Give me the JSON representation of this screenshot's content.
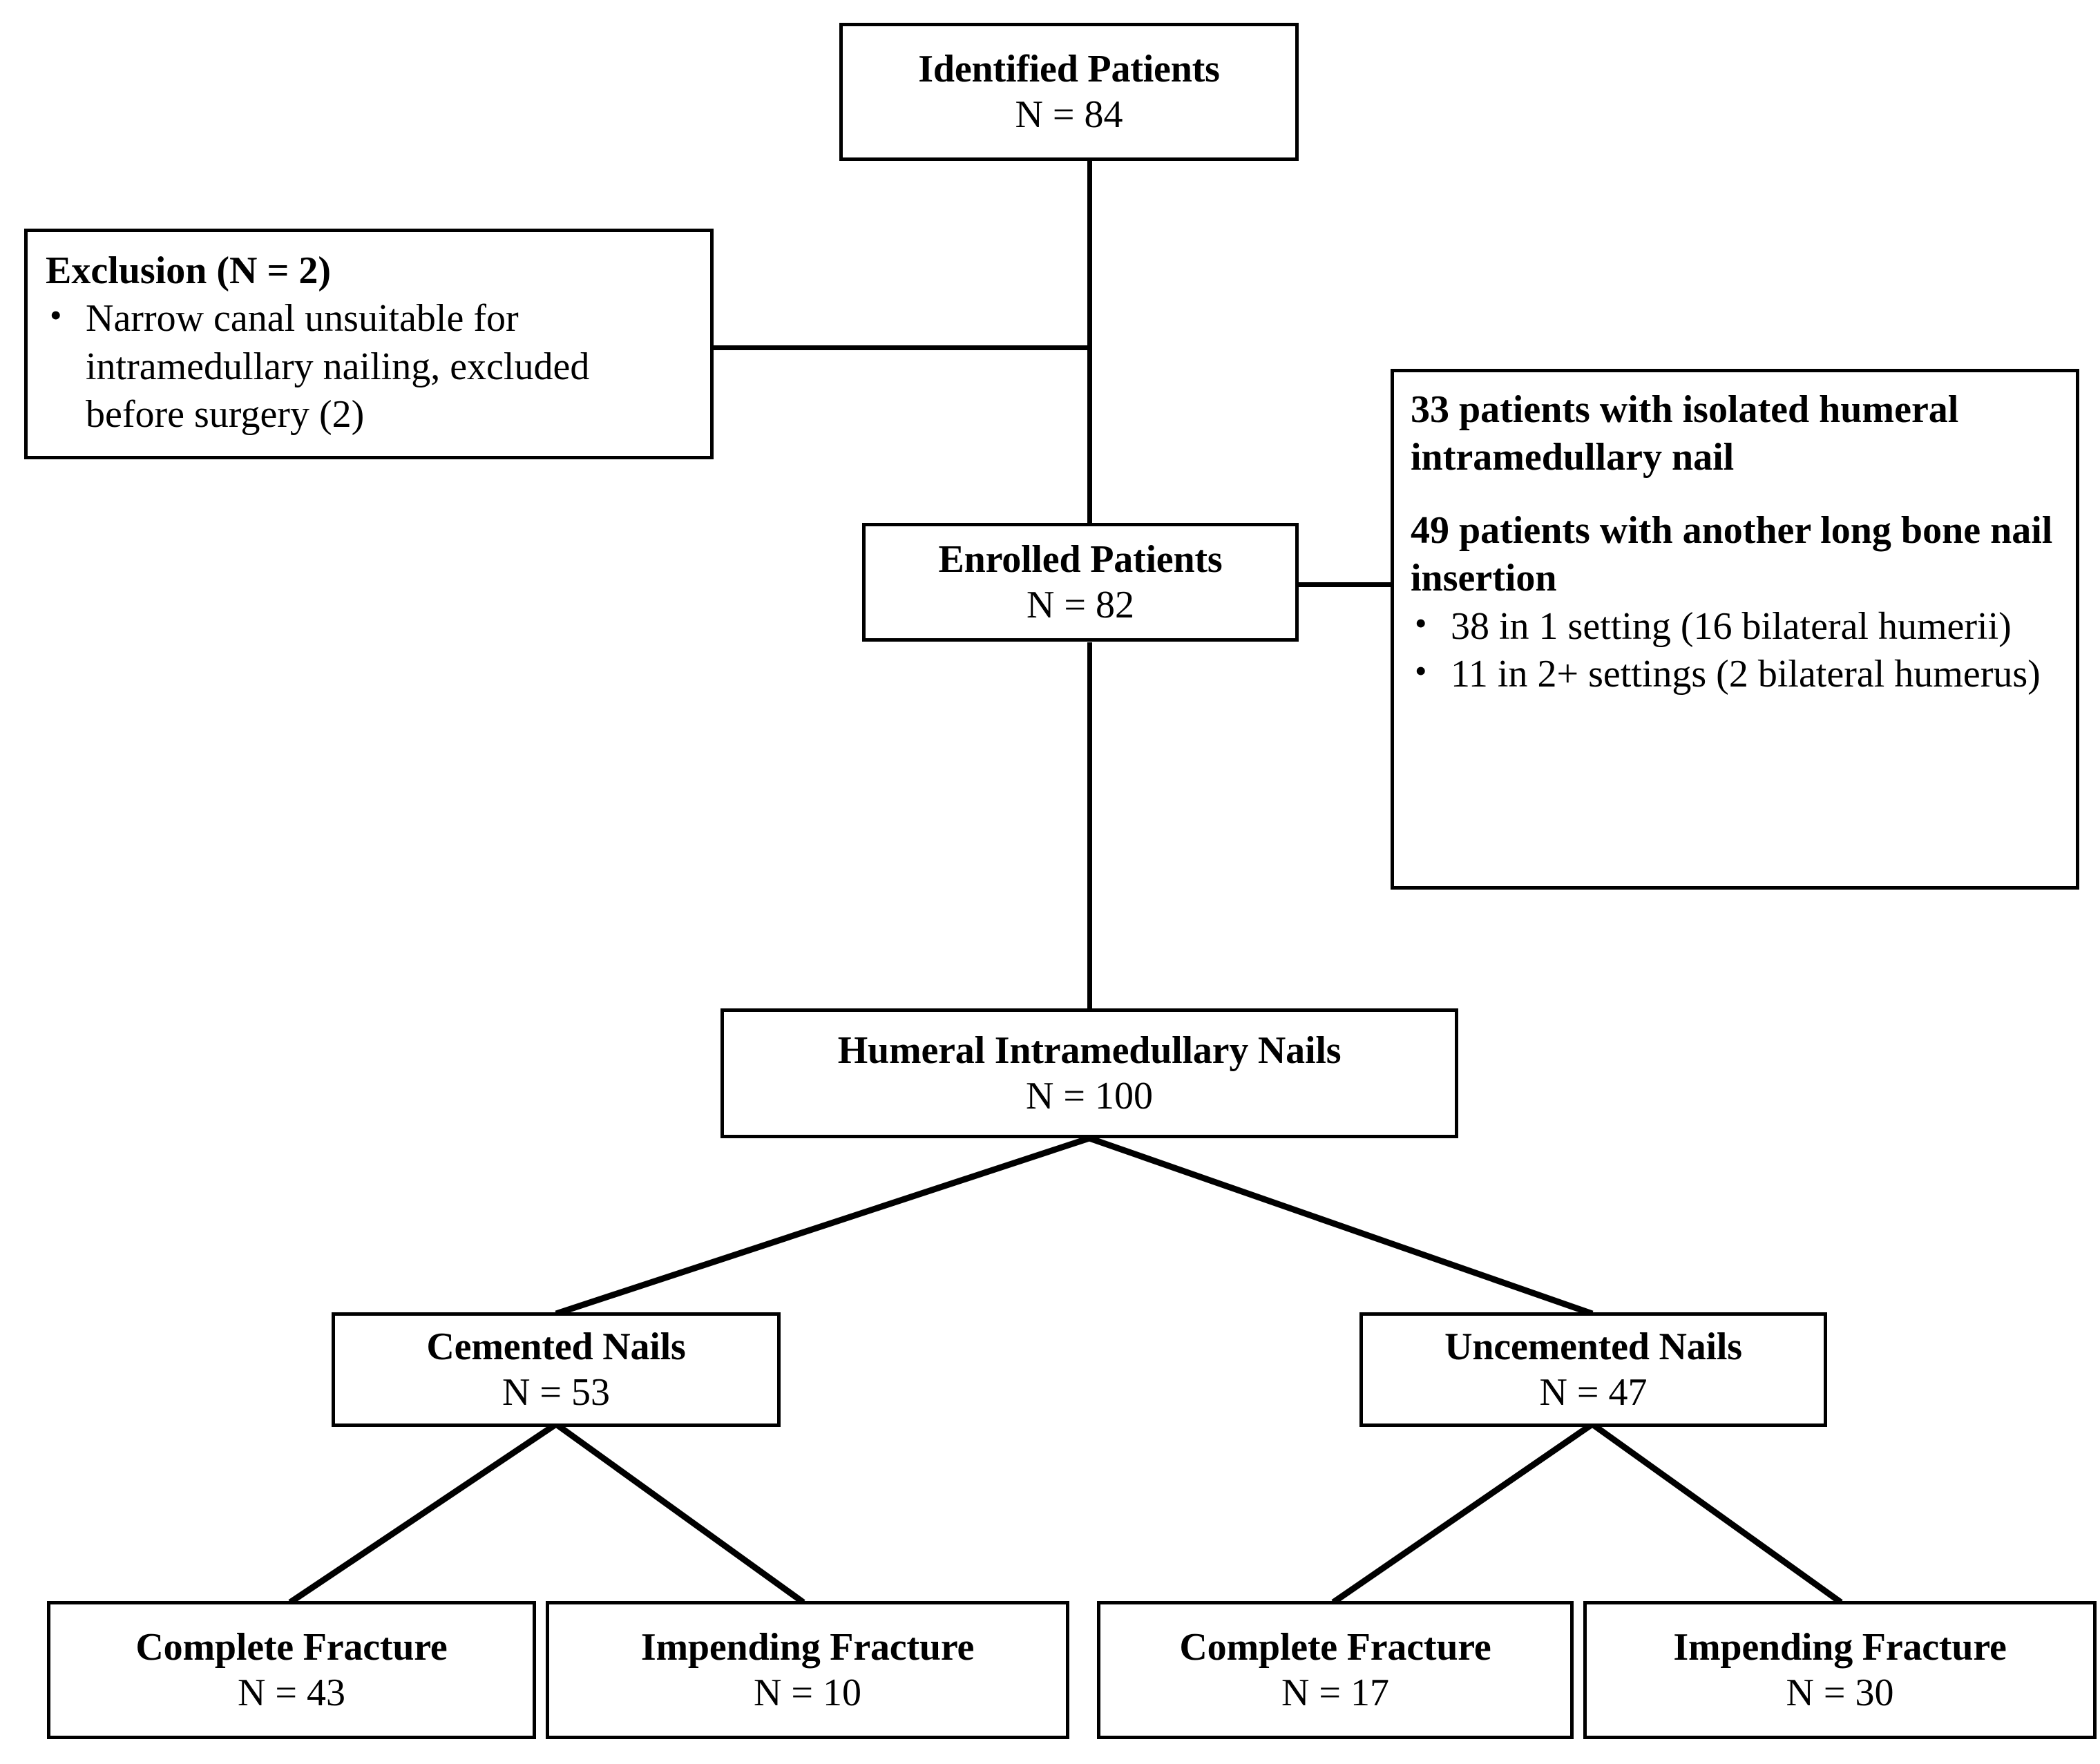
{
  "diagram": {
    "type": "flowchart",
    "title": "Patient enrollment and humeral intramedullary nail flow diagram",
    "line_color": "#000000",
    "box_fill": "#ffffff",
    "text_color": "#000000"
  },
  "nodes": {
    "identified": {
      "title": "Identified Patients",
      "count": "N = 84"
    },
    "enrolled": {
      "title": "Enrolled Patients",
      "count": "N = 82"
    },
    "humeral_nails": {
      "title": "Humeral Intramedullary Nails",
      "count": "N = 100"
    },
    "cemented": {
      "title": "Cemented Nails",
      "count": "N = 53"
    },
    "uncemented": {
      "title": "Uncemented Nails",
      "count": "N = 47"
    },
    "cemented_complete": {
      "title": "Complete Fracture",
      "count": "N = 43"
    },
    "cemented_impending": {
      "title": "Impending Fracture",
      "count": "N = 10"
    },
    "uncemented_complete": {
      "title": "Complete Fracture",
      "count": "N = 17"
    },
    "uncemented_impending": {
      "title": "Impending Fracture",
      "count": "N = 30"
    }
  },
  "exclusion": {
    "header": "Exclusion (N = 2)",
    "bullet_glyph": "•",
    "items": [
      "Narrow canal unsuitable for intramedullary nailing, excluded before surgery (2)"
    ]
  },
  "allocation": {
    "bullet_glyph": "•",
    "statement_1": "33 patients with isolated humeral intramedullary nail",
    "statement_2": "49 patients with another long bone nail insertion",
    "items": [
      "38 in 1 setting (16 bilateral humerii)",
      "11 in 2+ settings (2 bilateral humerus)"
    ]
  }
}
